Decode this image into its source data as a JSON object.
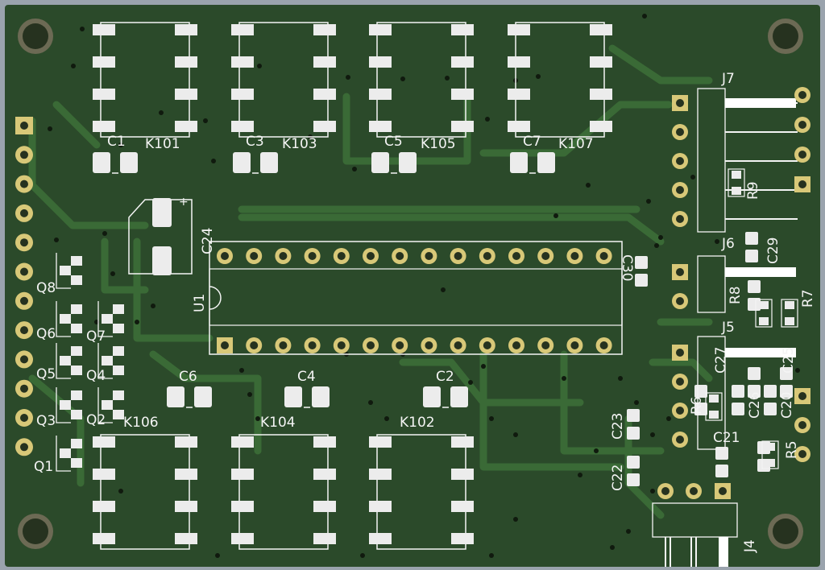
{
  "board": {
    "colors": {
      "board": "#2b4a2a",
      "copper": "#3a6a36",
      "pad": "#ececec",
      "ring": "#d8c878",
      "hole": "#26321f",
      "silk": "#f4f4f4"
    }
  },
  "components": {
    "relays_top": [
      "K101",
      "K103",
      "K105",
      "K107"
    ],
    "caps_top": [
      "C1",
      "C3",
      "C5",
      "C7"
    ],
    "relays_bottom": [
      "K106",
      "K104",
      "K102"
    ],
    "caps_bottom": [
      "C6",
      "C4",
      "C2"
    ],
    "transistors": [
      "Q8",
      "Q6",
      "Q7",
      "Q5",
      "Q4",
      "Q3",
      "Q2",
      "Q1"
    ],
    "ic": "U1",
    "electrolytic": "C24",
    "ic_decoupling": "C30",
    "connectors": [
      "J7",
      "J6",
      "J5",
      "J4"
    ],
    "resistors": [
      "R9",
      "R8",
      "R7",
      "R6",
      "R5"
    ],
    "caps_right": [
      "C29",
      "C27",
      "C25",
      "C26",
      "C20",
      "C21",
      "C23",
      "C22"
    ]
  }
}
